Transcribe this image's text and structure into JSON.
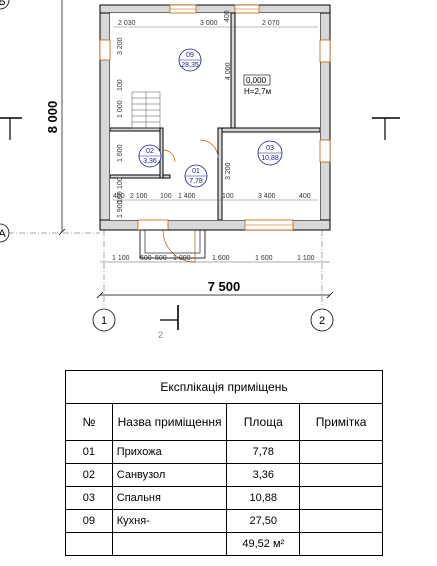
{
  "plan": {
    "total_height": "8 000",
    "total_width": "7 500",
    "axes": {
      "left": "1",
      "right": "2",
      "top": "Б",
      "bottom": "А"
    },
    "section_mark": "2",
    "level": "0,000",
    "room_height": "H=2,7м",
    "top_dims": [
      "2 030",
      "3 000",
      "400",
      "2 070"
    ],
    "vertical_dims": [
      "3 200",
      "4 000",
      "100",
      "1 000",
      "1 600",
      "100",
      "100",
      "1 900",
      "3 200"
    ],
    "mid_dims": [
      "2 100",
      "100",
      "1 400",
      "100",
      "3 400",
      "400",
      "400"
    ],
    "bottom_dims": [
      "1 100",
      "600",
      "500",
      "1 000",
      "1 600",
      "1 600",
      "1 100"
    ],
    "rooms": [
      {
        "no": "09",
        "area": "28,35"
      },
      {
        "no": "02",
        "area": "3,36"
      },
      {
        "no": "01",
        "area": "7,78"
      },
      {
        "no": "03",
        "area": "10,88"
      }
    ]
  },
  "table": {
    "title": "Експлікація приміщень",
    "headers": {
      "no": "№",
      "name": "Назва приміщення",
      "area": "Площа",
      "note": "Примітка"
    },
    "rows": [
      {
        "no": "01",
        "name": "Прихожа",
        "area": "7,78",
        "note": ""
      },
      {
        "no": "02",
        "name": "Санвузол",
        "area": "3,36",
        "note": ""
      },
      {
        "no": "03",
        "name": "Спальня",
        "area": "10,88",
        "note": ""
      },
      {
        "no": "09",
        "name": "Кухня-",
        "area": "27,50",
        "note": ""
      }
    ],
    "total": "49,52 м²"
  }
}
